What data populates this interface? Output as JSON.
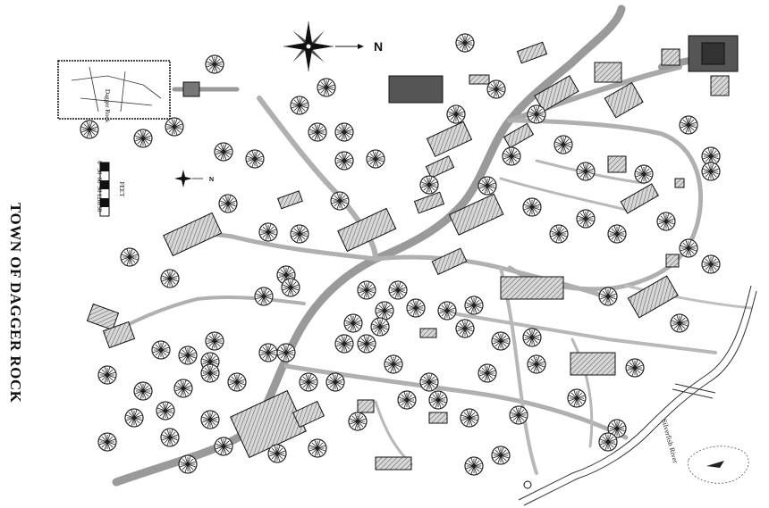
{
  "map": {
    "title": "TOWN OF DAGGER ROCK",
    "river_label": "Silverfish River",
    "north_label": "N",
    "inset_label": "Dagger Rock",
    "scale": {
      "unit_label": "FEET",
      "ticks": [
        "0",
        "30",
        "60",
        "90",
        "120",
        "150"
      ]
    },
    "colors": {
      "road": "#9a9a9a",
      "building_fill": "#cfcfcf",
      "building_dark": "#555555",
      "tree": "#222222",
      "ink": "#111111"
    },
    "icons": {
      "compass_main": "compass-rose-icon",
      "compass_small": "compass-rose-small-icon"
    }
  }
}
